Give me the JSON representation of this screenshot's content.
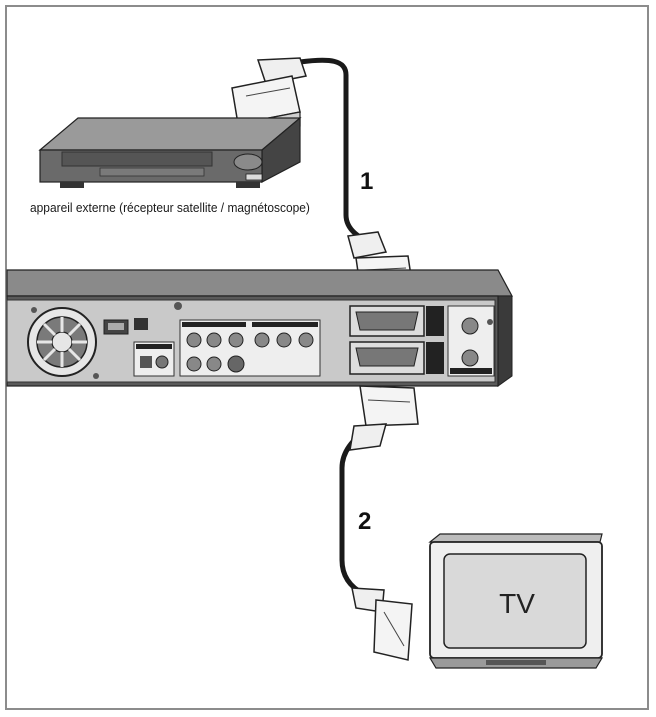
{
  "diagram": {
    "caption": "appareil externe (récepteur satellite / magnétoscope)",
    "step_1": "1",
    "step_2": "2",
    "tv_label": "TV",
    "colors": {
      "device": "#5c5c5c",
      "device_light": "#c9c9c9",
      "cable": "#1a1a1a",
      "tv_screen": "#d9d9d9",
      "border": "#8c8c8c"
    }
  }
}
